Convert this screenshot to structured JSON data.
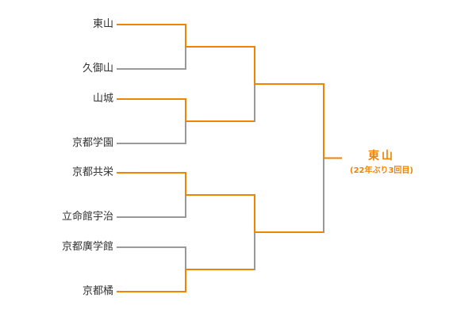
{
  "colors": {
    "win": "#f08300",
    "lose": "#999999"
  },
  "teams": [
    "東山",
    "久御山",
    "山城",
    "京都学園",
    "京都共栄",
    "立命館宇治",
    "京都廣学館",
    "京都橘"
  ],
  "rounds": [
    {
      "winners": [
        0,
        0,
        0,
        1
      ]
    },
    {
      "winners": [
        0,
        0
      ]
    },
    {
      "winners": [
        0
      ]
    }
  ],
  "champion": {
    "name": "東山",
    "note": "(22年ぶり3回目)"
  }
}
